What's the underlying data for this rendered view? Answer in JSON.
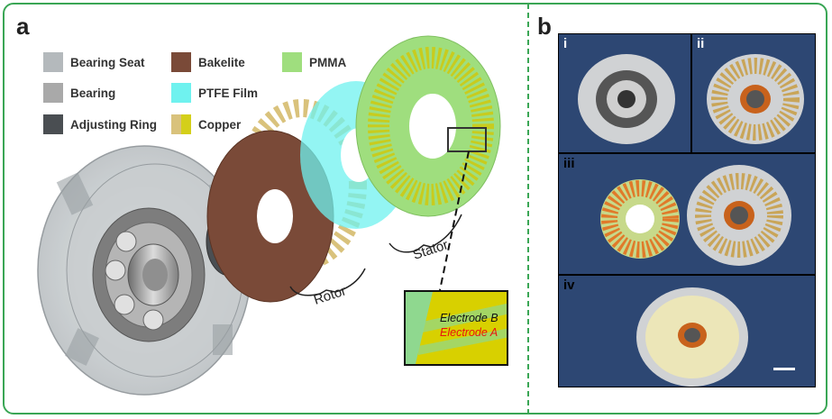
{
  "panels": {
    "a": "a",
    "b": "b"
  },
  "legend": [
    {
      "label": "Bearing Seat",
      "color": "#b4b9bc"
    },
    {
      "label": "Bearing",
      "color": "#a9a9a9"
    },
    {
      "label": "Adjusting Ring",
      "color": "#4a4e52"
    },
    {
      "label": "Bakelite",
      "color": "#7a4a38"
    },
    {
      "label": "PTFE Film",
      "color": "#6ff2ef"
    },
    {
      "label": "Copper",
      "color": "#d9c27c",
      "color2": "#d4cf1a"
    },
    {
      "label": "PMMA",
      "color": "#9fde7e"
    }
  ],
  "diagram": {
    "rotor_label": "Rotor",
    "stator_label": "Stator"
  },
  "inset": {
    "electrode_b": "Electrode B",
    "electrode_a": "Electrode A",
    "electrode_a_color": "#e8140f"
  },
  "photos": {
    "i": "i",
    "ii": "ii",
    "iii": "iii",
    "iv": "iv"
  }
}
